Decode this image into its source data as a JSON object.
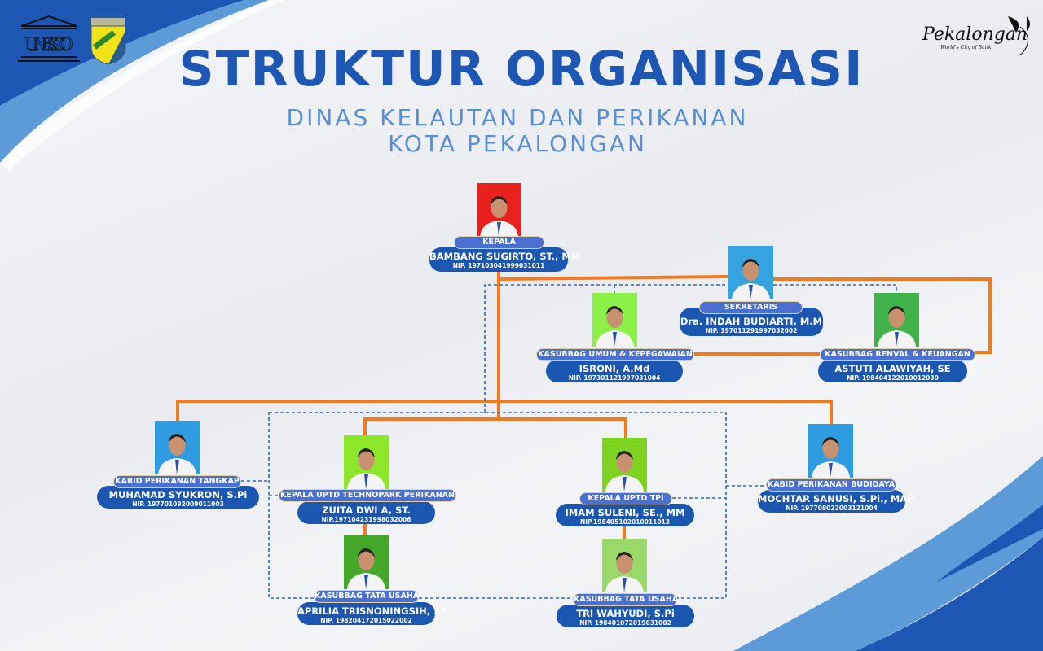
{
  "header": {
    "title": "STRUKTUR ORGANISASI",
    "subtitle_line1": "DINAS KELAUTAN DAN PERIKANAN",
    "subtitle_line2": "KOTA PEKALONGAN"
  },
  "logos": {
    "unesco": "UNESCO",
    "city": "Pekalongan",
    "city_tagline": "World's City of Batik"
  },
  "colors": {
    "primary": "#1b57b1",
    "title_pill": "#4a70d2",
    "connector": "#f47a20"
  },
  "people": [
    {
      "id": "kepala",
      "title": "KEPALA",
      "name": "BAMBANG SUGIRTO, ST., MM",
      "nip": "NIP.  197103041999031011",
      "bg": "#e8201e"
    },
    {
      "id": "sekretaris",
      "title": "SEKRETARIS",
      "name": "Dra.  INDAH BUDIARTI, M.M",
      "nip": "NIP. 197011291997032002",
      "bg": "#35a3e0"
    },
    {
      "id": "umum",
      "title": "KASUBBAG UMUM & KEPEGAWAIAN",
      "name": "ISRONI, A.Md",
      "nip": "NIP. 197301121997031004",
      "bg": "#8cf046"
    },
    {
      "id": "renval",
      "title": "KASUBBAG RENVAL & KEUANGAN",
      "name": "ASTUTI ALAWIYAH, SE",
      "nip": "NIP. 198404122010012030",
      "bg": "#3fb24a"
    },
    {
      "id": "tangkap",
      "title": "KABID PERIKANAN TANGKAP",
      "name": "MUHAMAD SYUKRON, S.Pi",
      "nip": "NIP. 197701092009011003",
      "bg": "#2f9be0"
    },
    {
      "id": "technopark",
      "title": "KEPALA UPTD TECHNOPARK PERIKANAN",
      "name": "ZUITA DWI A, ST.",
      "nip": "NIP.197104231998032006",
      "bg": "#8ee62a"
    },
    {
      "id": "tu1",
      "title": "KASUBBAG TATA USAHA",
      "name": "APRILIA TRISNONINGSIH, SE",
      "nip": "NIP. 198204172015022002",
      "bg": "#45a82a"
    },
    {
      "id": "tpi",
      "title": "KEPALA UPTD TPI",
      "name": "IMAM SULENI, SE., MM",
      "nip": "NIP.198405102010011013",
      "bg": "#7ed321"
    },
    {
      "id": "tu2",
      "title": "KASUBBAG TATA USAHA",
      "name": "TRI WAHYUDI, S.Pi",
      "nip": "NIP. 198401072019031002",
      "bg": "#9ad86a"
    },
    {
      "id": "budidaya",
      "title": "KABID PERIKANAN BUDIDAYA",
      "name": "MOCHTAR SANUSI, S.Pi., MAP",
      "nip": "NIP. 197708022003121004",
      "bg": "#2f9be0"
    }
  ]
}
